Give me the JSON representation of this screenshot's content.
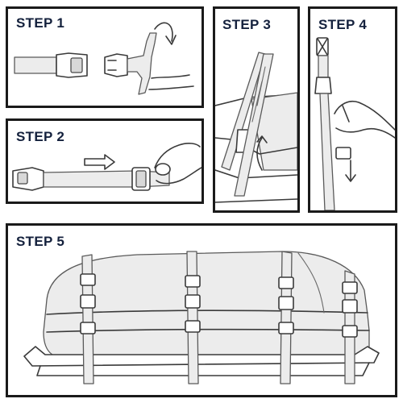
{
  "steps": [
    {
      "label": "STEP 1"
    },
    {
      "label": "STEP 2"
    },
    {
      "label": "STEP 3"
    },
    {
      "label": "STEP 4"
    },
    {
      "label": "STEP 5"
    }
  ],
  "colors": {
    "label": "#14213d",
    "border": "#1a1a1a",
    "line": "#3a3a3a"
  }
}
